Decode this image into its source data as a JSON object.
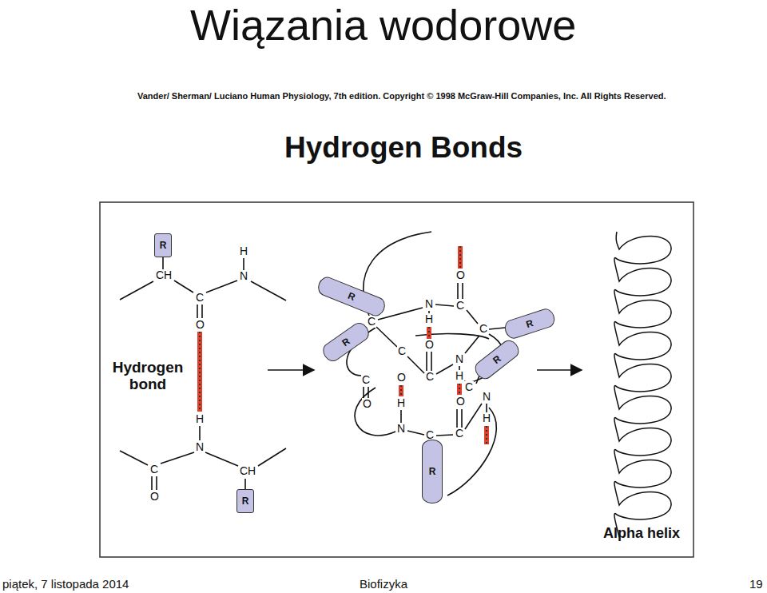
{
  "diagram": {
    "title": "Wiązania wodorowe",
    "nodes": [
      {
        "text": [
          "R"
        ]
      },
      {
        "text": [
          "R"
        ]
      },
      {
        "text": [
          "R"
        ]
      },
      {
        "text": [
          "R"
        ]
      },
      {
        "text": [
          "R"
        ]
      },
      {
        "text": [
          "R"
        ]
      },
      {
        "text": [
          "R"
        ]
      }
    ],
    "labels": [
      "Vander/ Sherman/ Luciano Human Physiology, 7th edition. Copyright © 1998 McGraw-Hill Companies, Inc. All Rights Reserved.",
      "Hydrogen Bonds",
      "CH",
      "H",
      "N",
      "C",
      "O",
      "Hydrogen bond",
      "H",
      "N",
      "C",
      "CH",
      "O",
      "O",
      "N",
      "C",
      "H",
      "C",
      "C",
      "O",
      "C",
      "N",
      "C",
      "O",
      "C",
      "H",
      "C",
      "N",
      "O",
      "H",
      "O",
      "H",
      "N",
      "C",
      "C",
      "Alpha helix",
      "piątek, 7 listopada 2014",
      "Biofizyka",
      "19"
    ]
  }
}
